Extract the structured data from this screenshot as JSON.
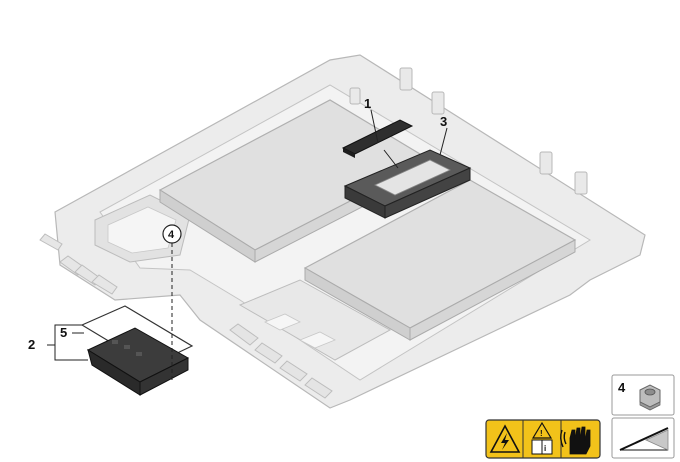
{
  "diagram": {
    "callouts": [
      {
        "id": "c1",
        "label": "1"
      },
      {
        "id": "c2",
        "label": "2"
      },
      {
        "id": "c3",
        "label": "3"
      },
      {
        "id": "c4",
        "label": "4"
      },
      {
        "id": "c5",
        "label": "5"
      }
    ],
    "part_box": {
      "label": "4"
    }
  },
  "icons": {
    "warning_high_voltage": "high-voltage-warning-icon",
    "warning_read_manual": "read-manual-warning-icon",
    "protective_gloves": "protective-gloves-icon",
    "part_nut": "hex-nut-icon",
    "mounting_surface": "mounting-surface-icon"
  },
  "colors": {
    "tray_fill": "#ebebeb",
    "tray_edge": "#b4b4b4",
    "module_fill": "#dcdcdc",
    "dark_part": "#3a3a3a",
    "warning_yellow": "#f2c21a"
  }
}
